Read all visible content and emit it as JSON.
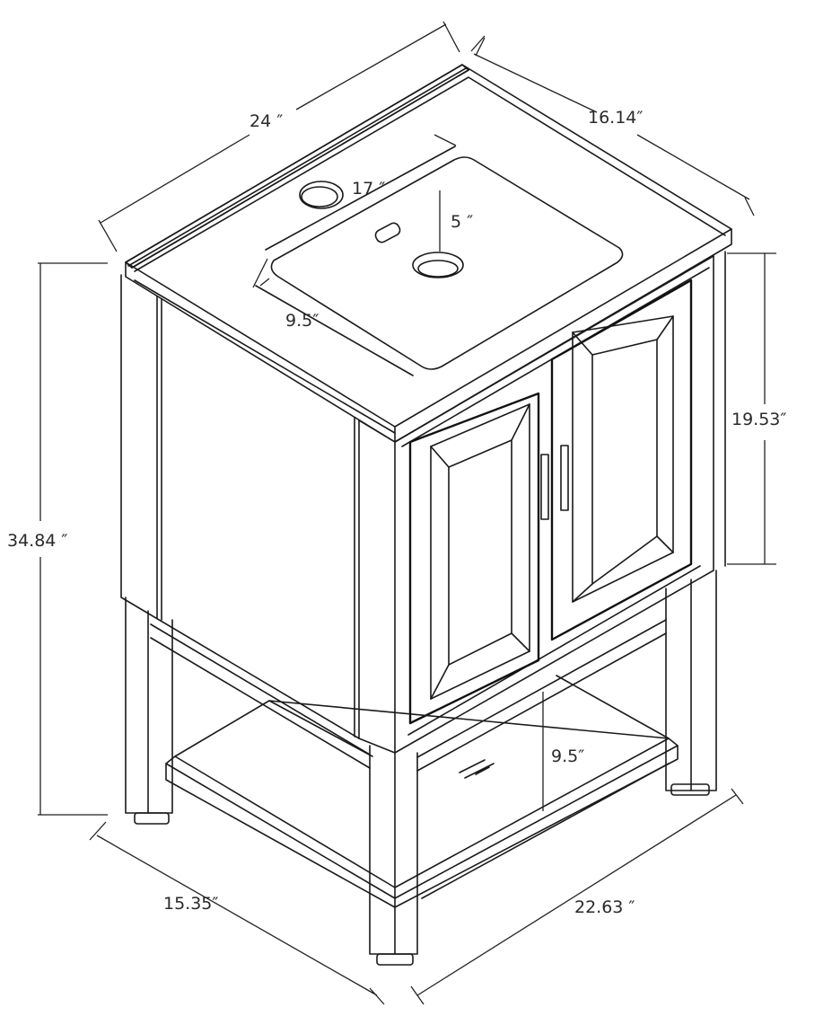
{
  "diagram": {
    "subject": "Bathroom vanity with undermount sink, two-door cabinet and open bottom shelf",
    "units": "inches",
    "colors": {
      "line": "#1a1a1a",
      "text": "#2a2a2a",
      "background": "#ffffff"
    }
  },
  "dimensions": {
    "top_width": "24 ″",
    "top_depth": "16.14″",
    "sink_length": "17 ″",
    "sink_depth": "5 ″",
    "sink_width": "9.5″",
    "overall_height": "34.84 ″",
    "cabinet_height": "19.53″",
    "shelf_clearance": "9.5″",
    "base_depth": "15.35″",
    "base_width": "22.63 ″"
  }
}
